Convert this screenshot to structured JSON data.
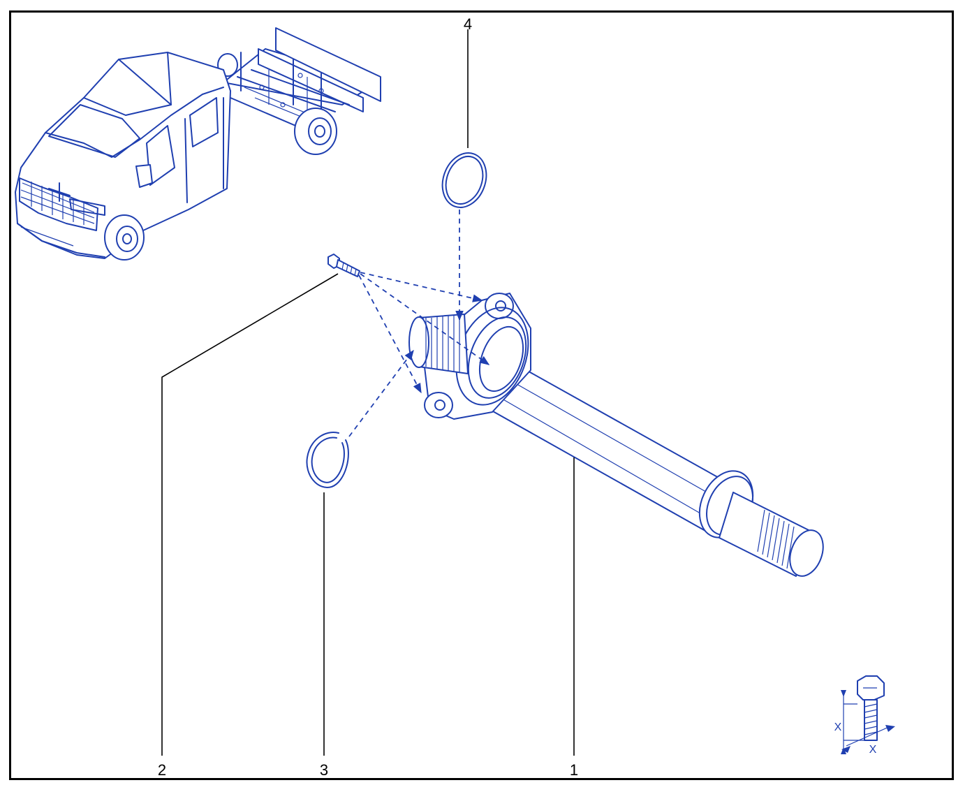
{
  "callouts": {
    "c1": "1",
    "c2": "2",
    "c3": "3",
    "c4": "4"
  },
  "torque_symbol": {
    "x1": "X",
    "x2": "X"
  },
  "colors": {
    "line_art": "#1f3fb0",
    "leader": "#000000",
    "frame": "#000000"
  }
}
